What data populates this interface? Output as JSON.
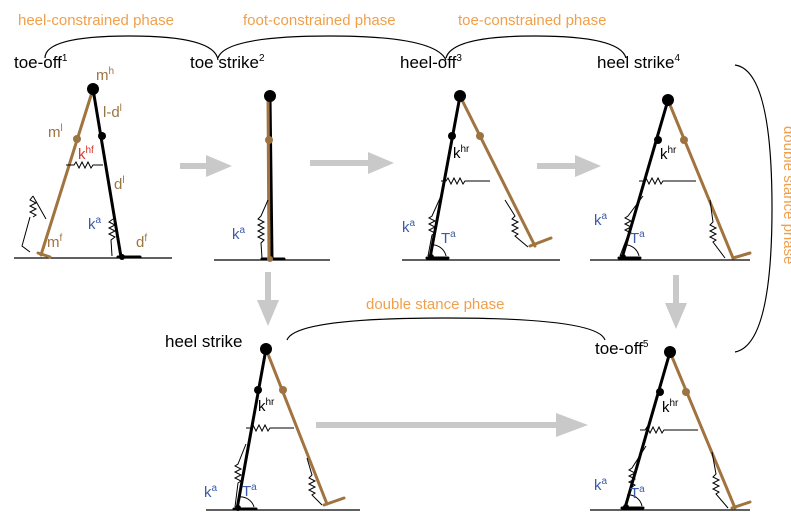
{
  "phases": {
    "heel_constrained": "heel-constrained phase",
    "foot_constrained": "foot-constrained phase",
    "toe_constrained": "toe-constrained phase",
    "double_stance_bottom": "double stance phase",
    "double_stance_side": "double stance phase"
  },
  "events": [
    {
      "name": "toe-off",
      "sup": "1"
    },
    {
      "name": "toe strike",
      "sup": "2"
    },
    {
      "name": "heel-off",
      "sup": "3"
    },
    {
      "name": "heel strike",
      "sup": "4"
    },
    {
      "name": "heel strike",
      "sup": ""
    },
    {
      "name": "toe-off",
      "sup": "5"
    }
  ],
  "symbols": {
    "m_h": {
      "base": "m",
      "sup": "h"
    },
    "m_l": {
      "base": "m",
      "sup": "l"
    },
    "l_d_l": {
      "base": "l-d",
      "sup": "l"
    },
    "k_hf": {
      "base": "k",
      "sup": "hf"
    },
    "d_l": {
      "base": "d",
      "sup": "l"
    },
    "k_a": {
      "base": "k",
      "sup": "a"
    },
    "m_f": {
      "base": "m",
      "sup": "f"
    },
    "d_f": {
      "base": "d",
      "sup": "f"
    },
    "k_hr": {
      "base": "k",
      "sup": "hr"
    },
    "T_a": {
      "base": "T",
      "sup": "a"
    }
  },
  "colors": {
    "phase_label": "#f0a04b",
    "stance_leg": "#000000",
    "swing_leg": "#a0733f",
    "ankle_symbols": "#3b5aa8",
    "hip_spring_first": "#d9342b",
    "arrow": "#c9c9c9"
  }
}
